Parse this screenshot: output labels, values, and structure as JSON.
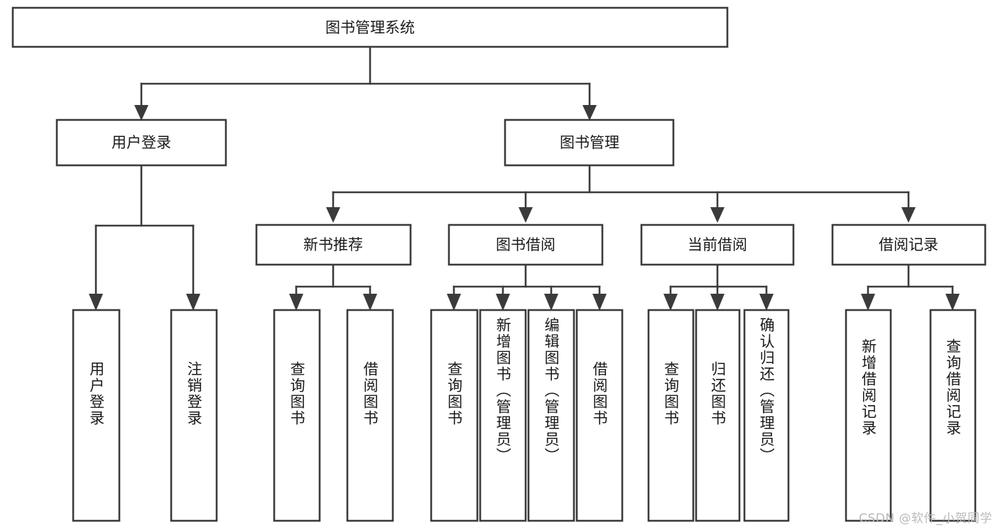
{
  "diagram": {
    "title": "图书管理系统",
    "watermark": "CSDN @软件_小贺同学",
    "colors": {
      "stroke": "#3b3b3b",
      "fill": "#ffffff",
      "text": "#1a1a1a",
      "watermark": "#b9b9b9"
    },
    "root": {
      "label": "图书管理系统"
    },
    "level2": [
      {
        "label": "用户登录"
      },
      {
        "label": "图书管理"
      }
    ],
    "level3": [
      {
        "label": "新书推荐"
      },
      {
        "label": "图书借阅"
      },
      {
        "label": "当前借阅"
      },
      {
        "label": "借阅记录"
      }
    ],
    "leaves": {
      "user_login": [
        {
          "label": "用户登录"
        },
        {
          "label": "注销登录"
        }
      ],
      "new_book_recommend": [
        {
          "label": "查询图书"
        },
        {
          "label": "借阅图书"
        }
      ],
      "book_borrow": [
        {
          "label": "查询图书"
        },
        {
          "label": "新增图书（管理员）"
        },
        {
          "label": "编辑图书（管理员）"
        },
        {
          "label": "借阅图书"
        }
      ],
      "current_borrow": [
        {
          "label": "查询图书"
        },
        {
          "label": "归还图书"
        },
        {
          "label": "确认归还（管理员）"
        }
      ],
      "borrow_record": [
        {
          "label": "新增借阅记录"
        },
        {
          "label": "查询借阅记录"
        }
      ]
    }
  }
}
